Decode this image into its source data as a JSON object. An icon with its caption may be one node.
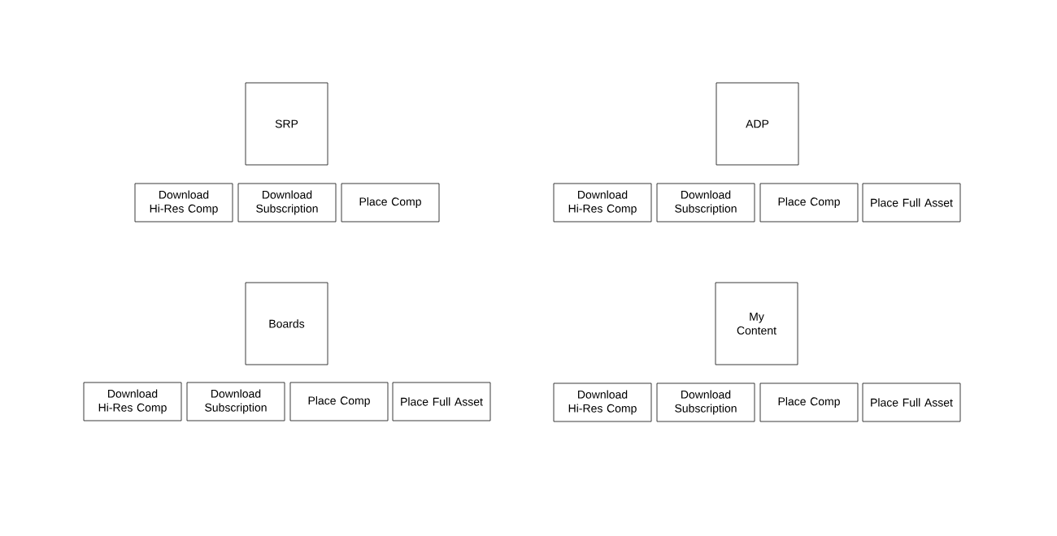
{
  "diagram": {
    "nodes": [
      {
        "text": [
          "SRP"
        ]
      },
      {
        "text": [
          "Download Hi-Res Comp"
        ]
      },
      {
        "text": [
          "Download Subscription"
        ]
      },
      {
        "text": [
          "Place Comp"
        ]
      },
      {
        "text": [
          "ADP"
        ]
      },
      {
        "text": [
          "Download Hi-Res Comp"
        ]
      },
      {
        "text": [
          "Download Subscription"
        ]
      },
      {
        "text": [
          "Place Comp"
        ]
      },
      {
        "text": [
          "Place Full Asset"
        ]
      },
      {
        "text": [
          "Boards"
        ]
      },
      {
        "text": [
          "Download Hi-Res Comp"
        ]
      },
      {
        "text": [
          "Download Subscription"
        ]
      },
      {
        "text": [
          "Place Comp"
        ]
      },
      {
        "text": [
          "Place Full Asset"
        ]
      },
      {
        "text": [
          "My Content"
        ]
      },
      {
        "text": [
          "Download Hi-Res Comp"
        ]
      },
      {
        "text": [
          "Download Subscription"
        ]
      },
      {
        "text": [
          "Place Comp"
        ]
      },
      {
        "text": [
          "Place Full Asset"
        ]
      }
    ]
  }
}
